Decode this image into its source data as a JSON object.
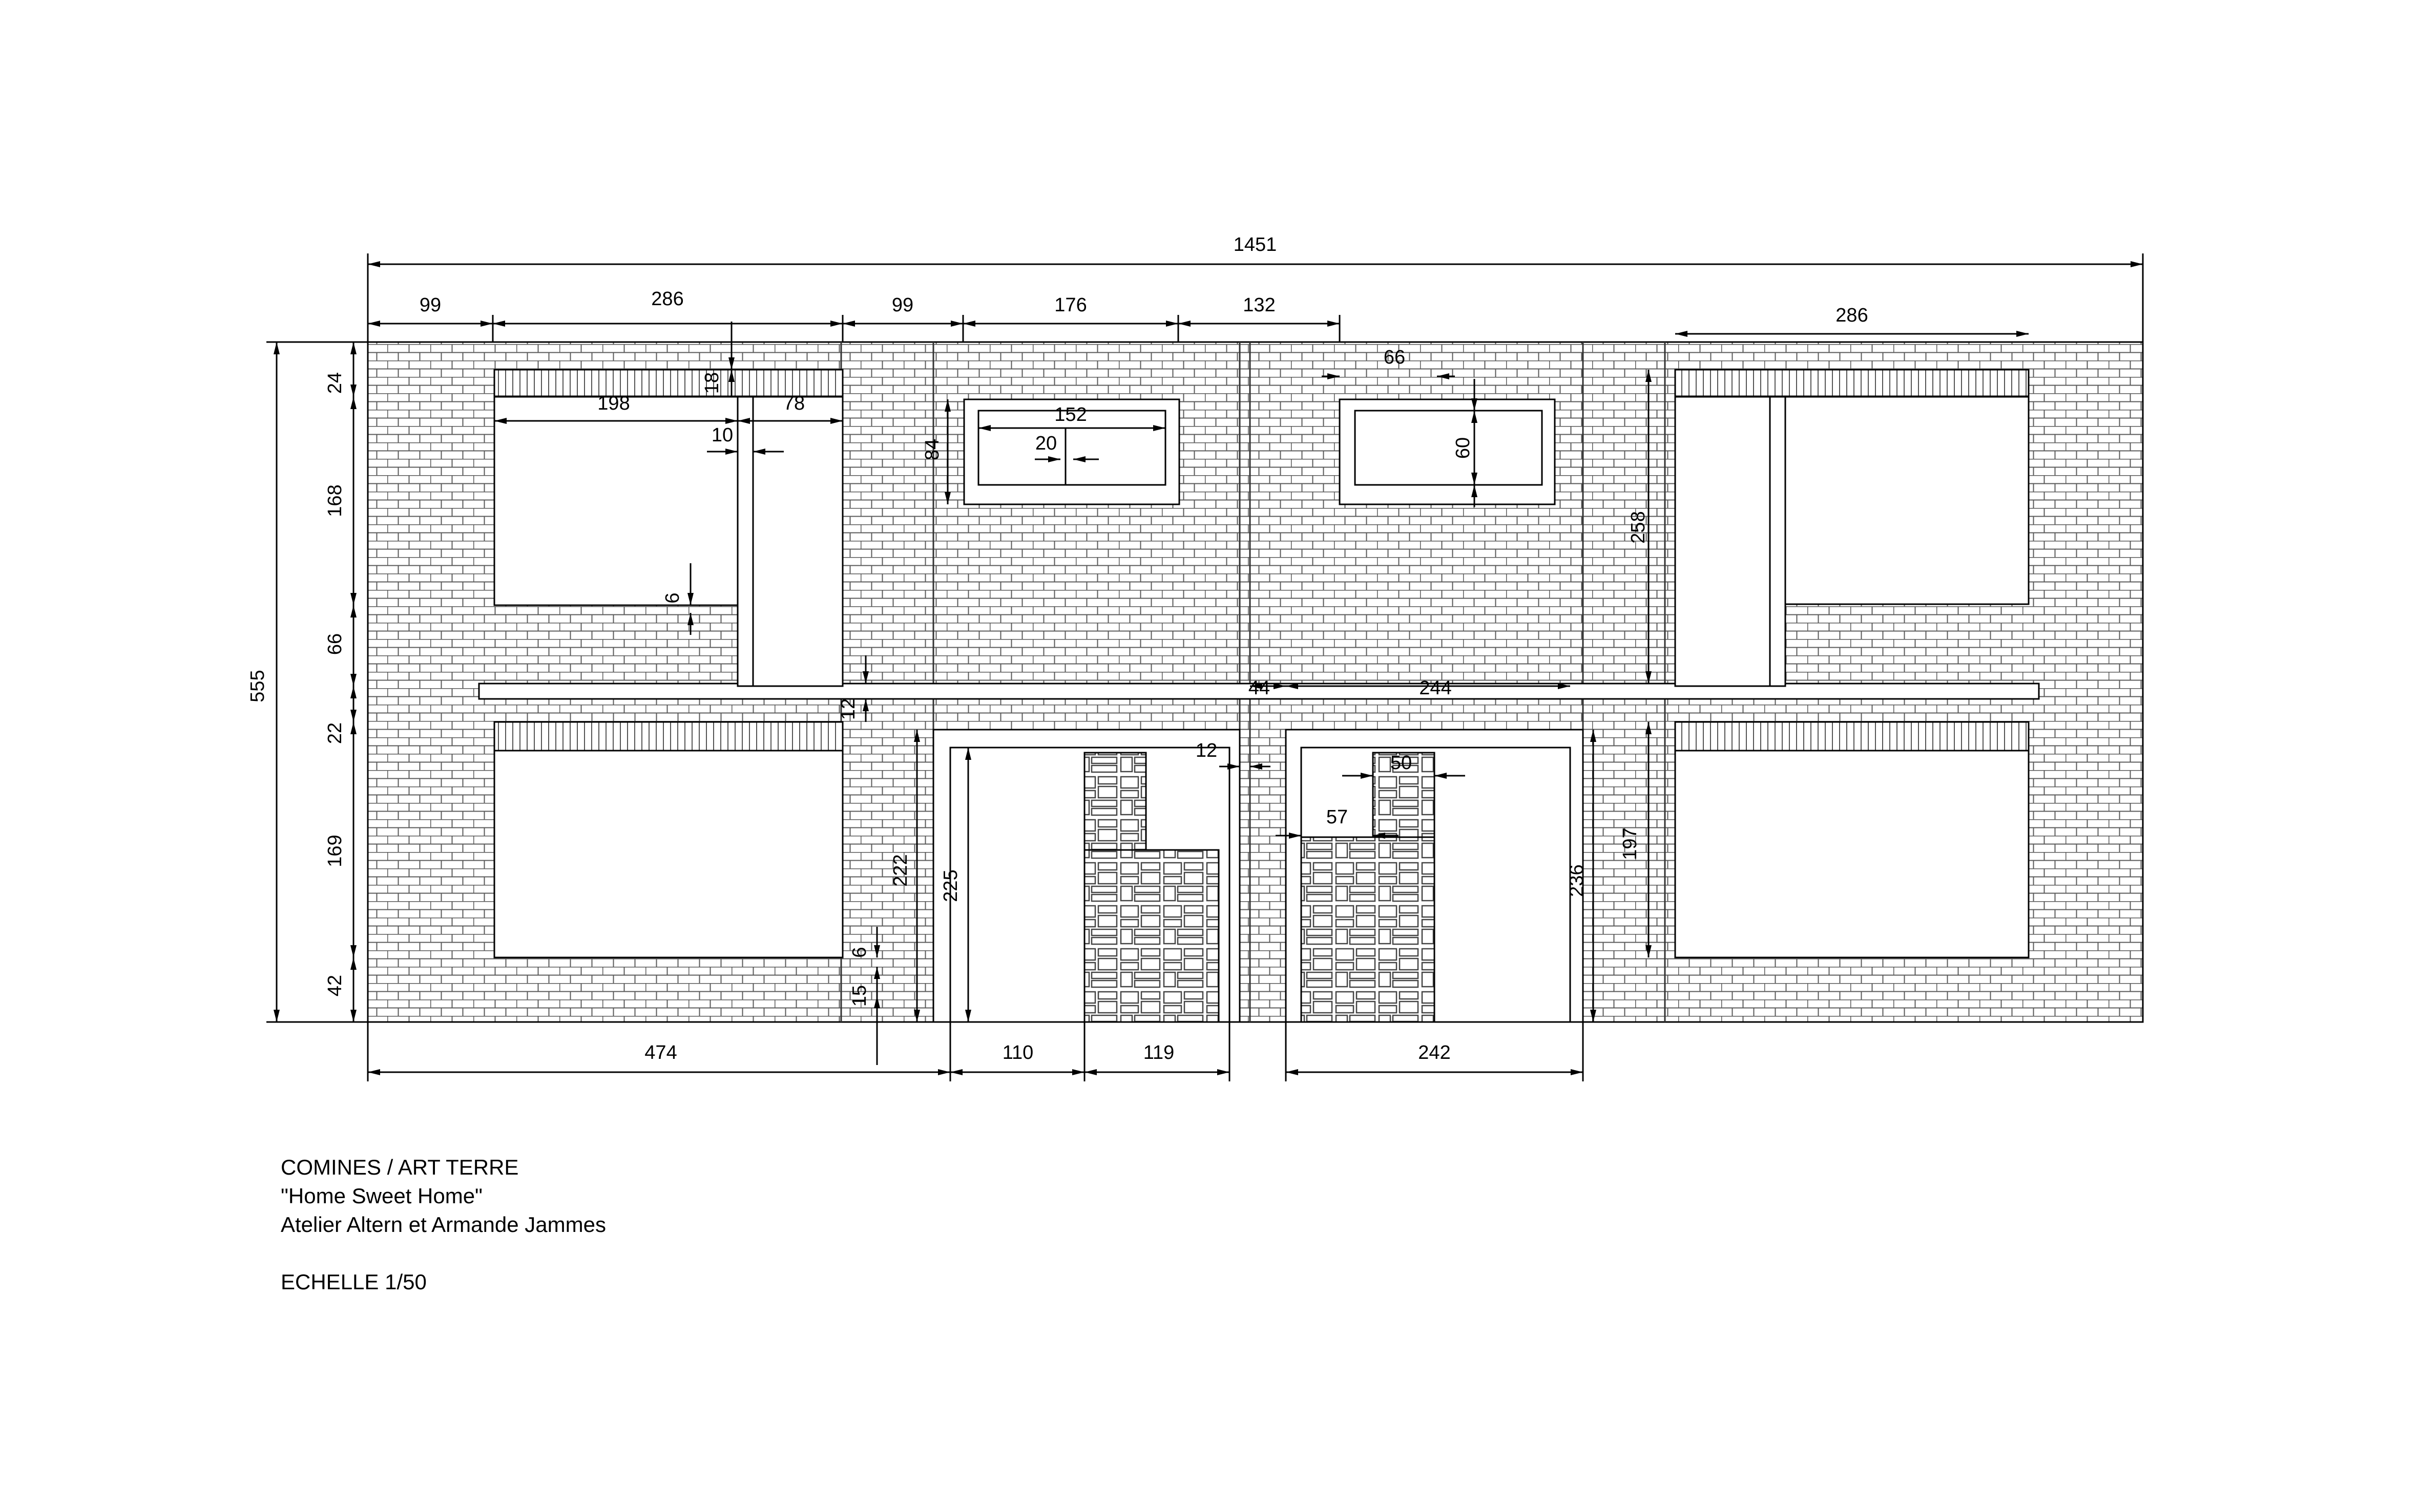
{
  "dimensions": {
    "total_width": "1451",
    "top_99_a": "99",
    "top_286_a": "286",
    "top_99_b": "99",
    "top_176": "176",
    "top_132": "132",
    "top_286_b": "286",
    "height_555": "555",
    "left_24": "24",
    "left_168": "168",
    "left_66": "66",
    "left_22": "22",
    "left_169": "169",
    "left_42": "42",
    "d_198": "198",
    "d_78": "78",
    "d_18": "18",
    "d_10": "10",
    "d_6_a": "6",
    "d_84": "84",
    "d_152": "152",
    "d_20": "20",
    "d_66": "66",
    "d_60": "60",
    "d_258": "258",
    "d_12_a": "12",
    "d_44": "44",
    "d_244": "244",
    "d_12_b": "12",
    "d_50": "50",
    "d_57": "57",
    "d_197": "197",
    "d_222": "222",
    "d_225": "225",
    "d_236": "236",
    "d_6_b": "6",
    "d_15": "15",
    "bottom_474": "474",
    "bottom_110": "110",
    "bottom_119": "119",
    "bottom_242": "242"
  },
  "caption": {
    "line1": "COMINES  / ART TERRE",
    "line2": "\"Home Sweet Home\"",
    "line3": "Atelier Altern et Armande Jammes",
    "scale": "ECHELLE 1/50"
  },
  "colors": {
    "line": "#000000",
    "brick_joint": "#5a5a5a",
    "background": "#ffffff"
  }
}
